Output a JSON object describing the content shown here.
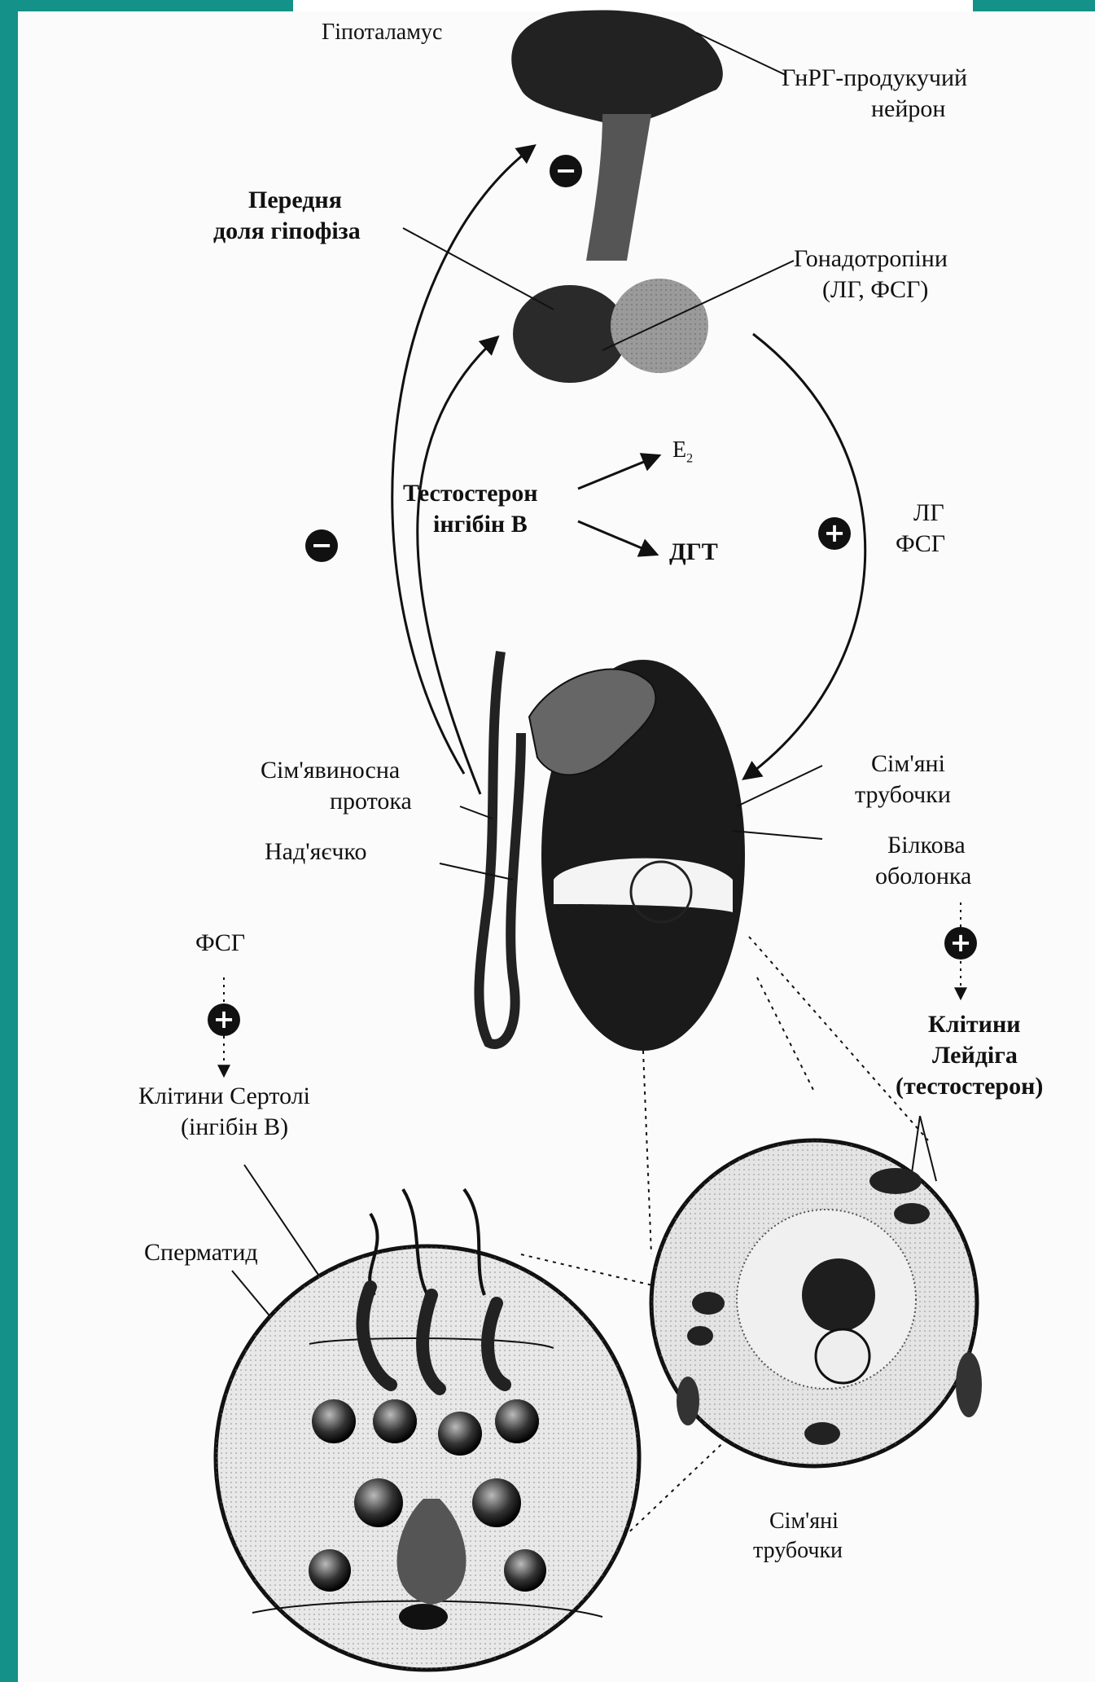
{
  "colors": {
    "frame": "#149188",
    "ink": "#111111"
  },
  "labels": {
    "hypothalamus": "Гіпоталамус",
    "gnrh_neuron_1": "ГнРГ-продукучий",
    "gnrh_neuron_2": "нейрон",
    "anterior_pituitary_1": "Передня",
    "anterior_pituitary_2": "доля гіпофіза",
    "gonadotropins_1": "Гонадотропіни",
    "gonadotropins_2": "(ЛГ, ФСГ)",
    "testosterone_1": "Тестостерон",
    "testosterone_2": "інгібін В",
    "e2": "E",
    "e2_sub": "2",
    "dht": "ДГТ",
    "lh_1": "ЛГ",
    "lh_2": "ФСГ",
    "vas_deferens_1": "Сім'явиносна",
    "vas_deferens_2": "протока",
    "epididymis": "Над'яєчко",
    "seminiferous_tubules_1": "Сім'яні",
    "seminiferous_tubules_2": "трубочки",
    "tunica_1": "Білкова",
    "tunica_2": "оболонка",
    "fsh": "ФСГ",
    "leydig_1": "Клітини",
    "leydig_2": "Лейдіга",
    "leydig_3": "(тестостерон)",
    "sertoli_1": "Клітини Сертолі",
    "sertoli_2": "(інгібін В)",
    "spermatid": "Сперматид",
    "tubules_bottom_1": "Сім'яні",
    "tubules_bottom_2": "трубочки"
  },
  "signs": {
    "minus": "−",
    "plus": "+"
  }
}
